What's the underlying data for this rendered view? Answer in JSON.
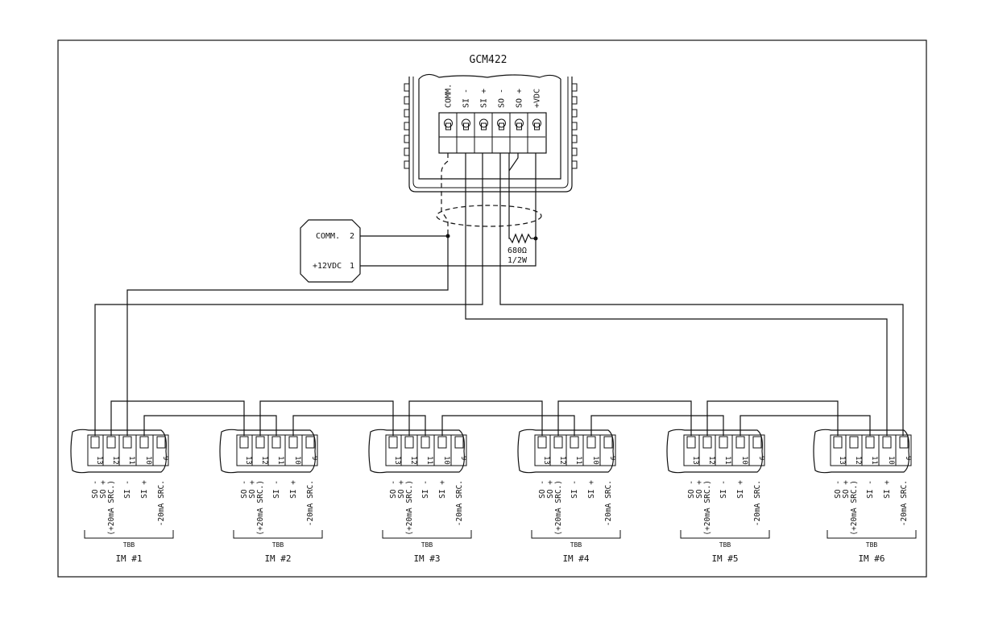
{
  "controller": {
    "title": "GCM422",
    "terminals": [
      "COMM.",
      "SI -",
      "SI +",
      "SO -",
      "SO +",
      "+VDC"
    ]
  },
  "power_supply": {
    "terminals": [
      {
        "label": "COMM.",
        "number": "2"
      },
      {
        "label": "+12VDC",
        "number": "1"
      }
    ]
  },
  "resistor": {
    "value": "680Ω",
    "rating": "1/2W"
  },
  "module_terminal_numbers": [
    "13",
    "12",
    "11",
    "10",
    "9"
  ],
  "module_terminal_labels": [
    [
      "SO -"
    ],
    [
      "SO +",
      "(+20mA SRC.)"
    ],
    [
      "SI -"
    ],
    [
      "SI +"
    ],
    [
      "-20mA SRC."
    ]
  ],
  "modules": [
    {
      "block": "TBB",
      "name": "IM  #1"
    },
    {
      "block": "TBB",
      "name": "IM  #2"
    },
    {
      "block": "TBB",
      "name": "IM  #3"
    },
    {
      "block": "TBB",
      "name": "IM  #4"
    },
    {
      "block": "TBB",
      "name": "IM  #5"
    },
    {
      "block": "TBB",
      "name": "IM  #6"
    }
  ]
}
